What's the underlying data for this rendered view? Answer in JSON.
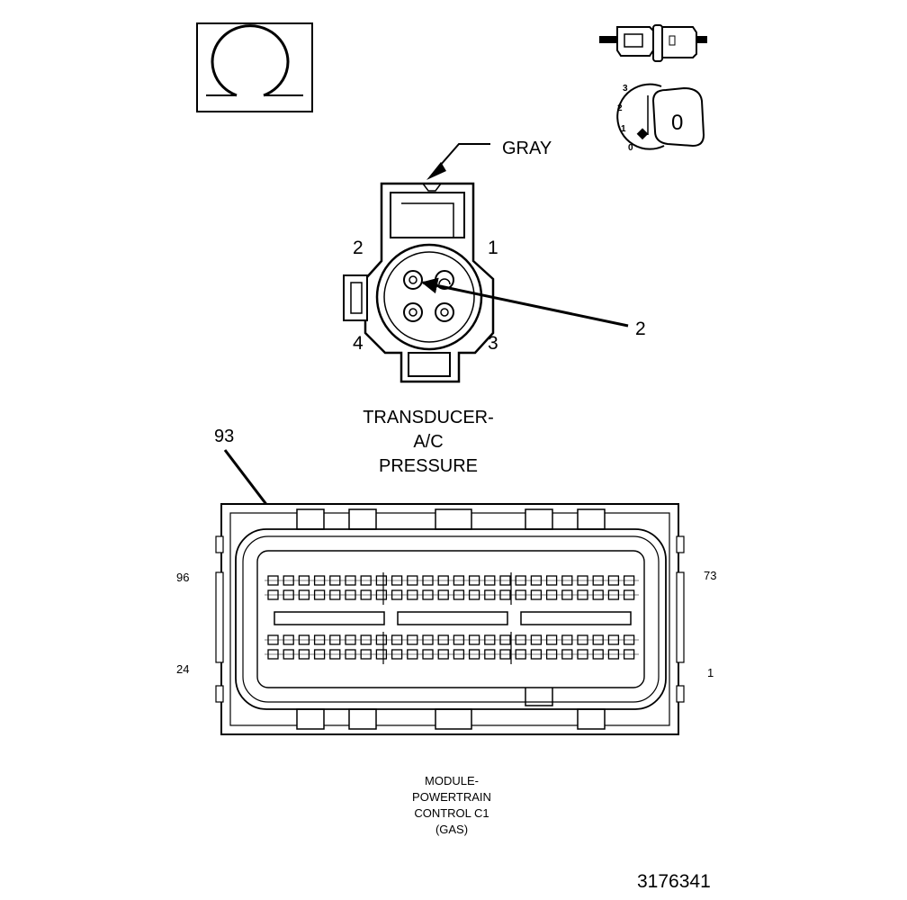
{
  "symbols": {
    "ohm_icon": "ohmmeter-icon",
    "connector_icon": "connector-icon",
    "key_icon": "ignition-key-icon",
    "key_positions": [
      "3",
      "2",
      "1",
      "0"
    ],
    "key_letter": "0"
  },
  "transducer": {
    "wire_color_label": "GRAY",
    "pin_labels": {
      "p1": "1",
      "p2": "2",
      "p3": "3",
      "p4": "4"
    },
    "callout": "2",
    "title_lines": [
      "TRANSDUCER-",
      "A/C",
      "PRESSURE"
    ]
  },
  "module": {
    "callout": "93",
    "corner_labels": {
      "top_left": "96",
      "top_right": "73",
      "bottom_left": "24",
      "bottom_right": "1"
    },
    "title_lines": [
      "MODULE-",
      "POWERTRAIN",
      "CONTROL C1",
      "(GAS)"
    ]
  },
  "figure_number": "3176341"
}
